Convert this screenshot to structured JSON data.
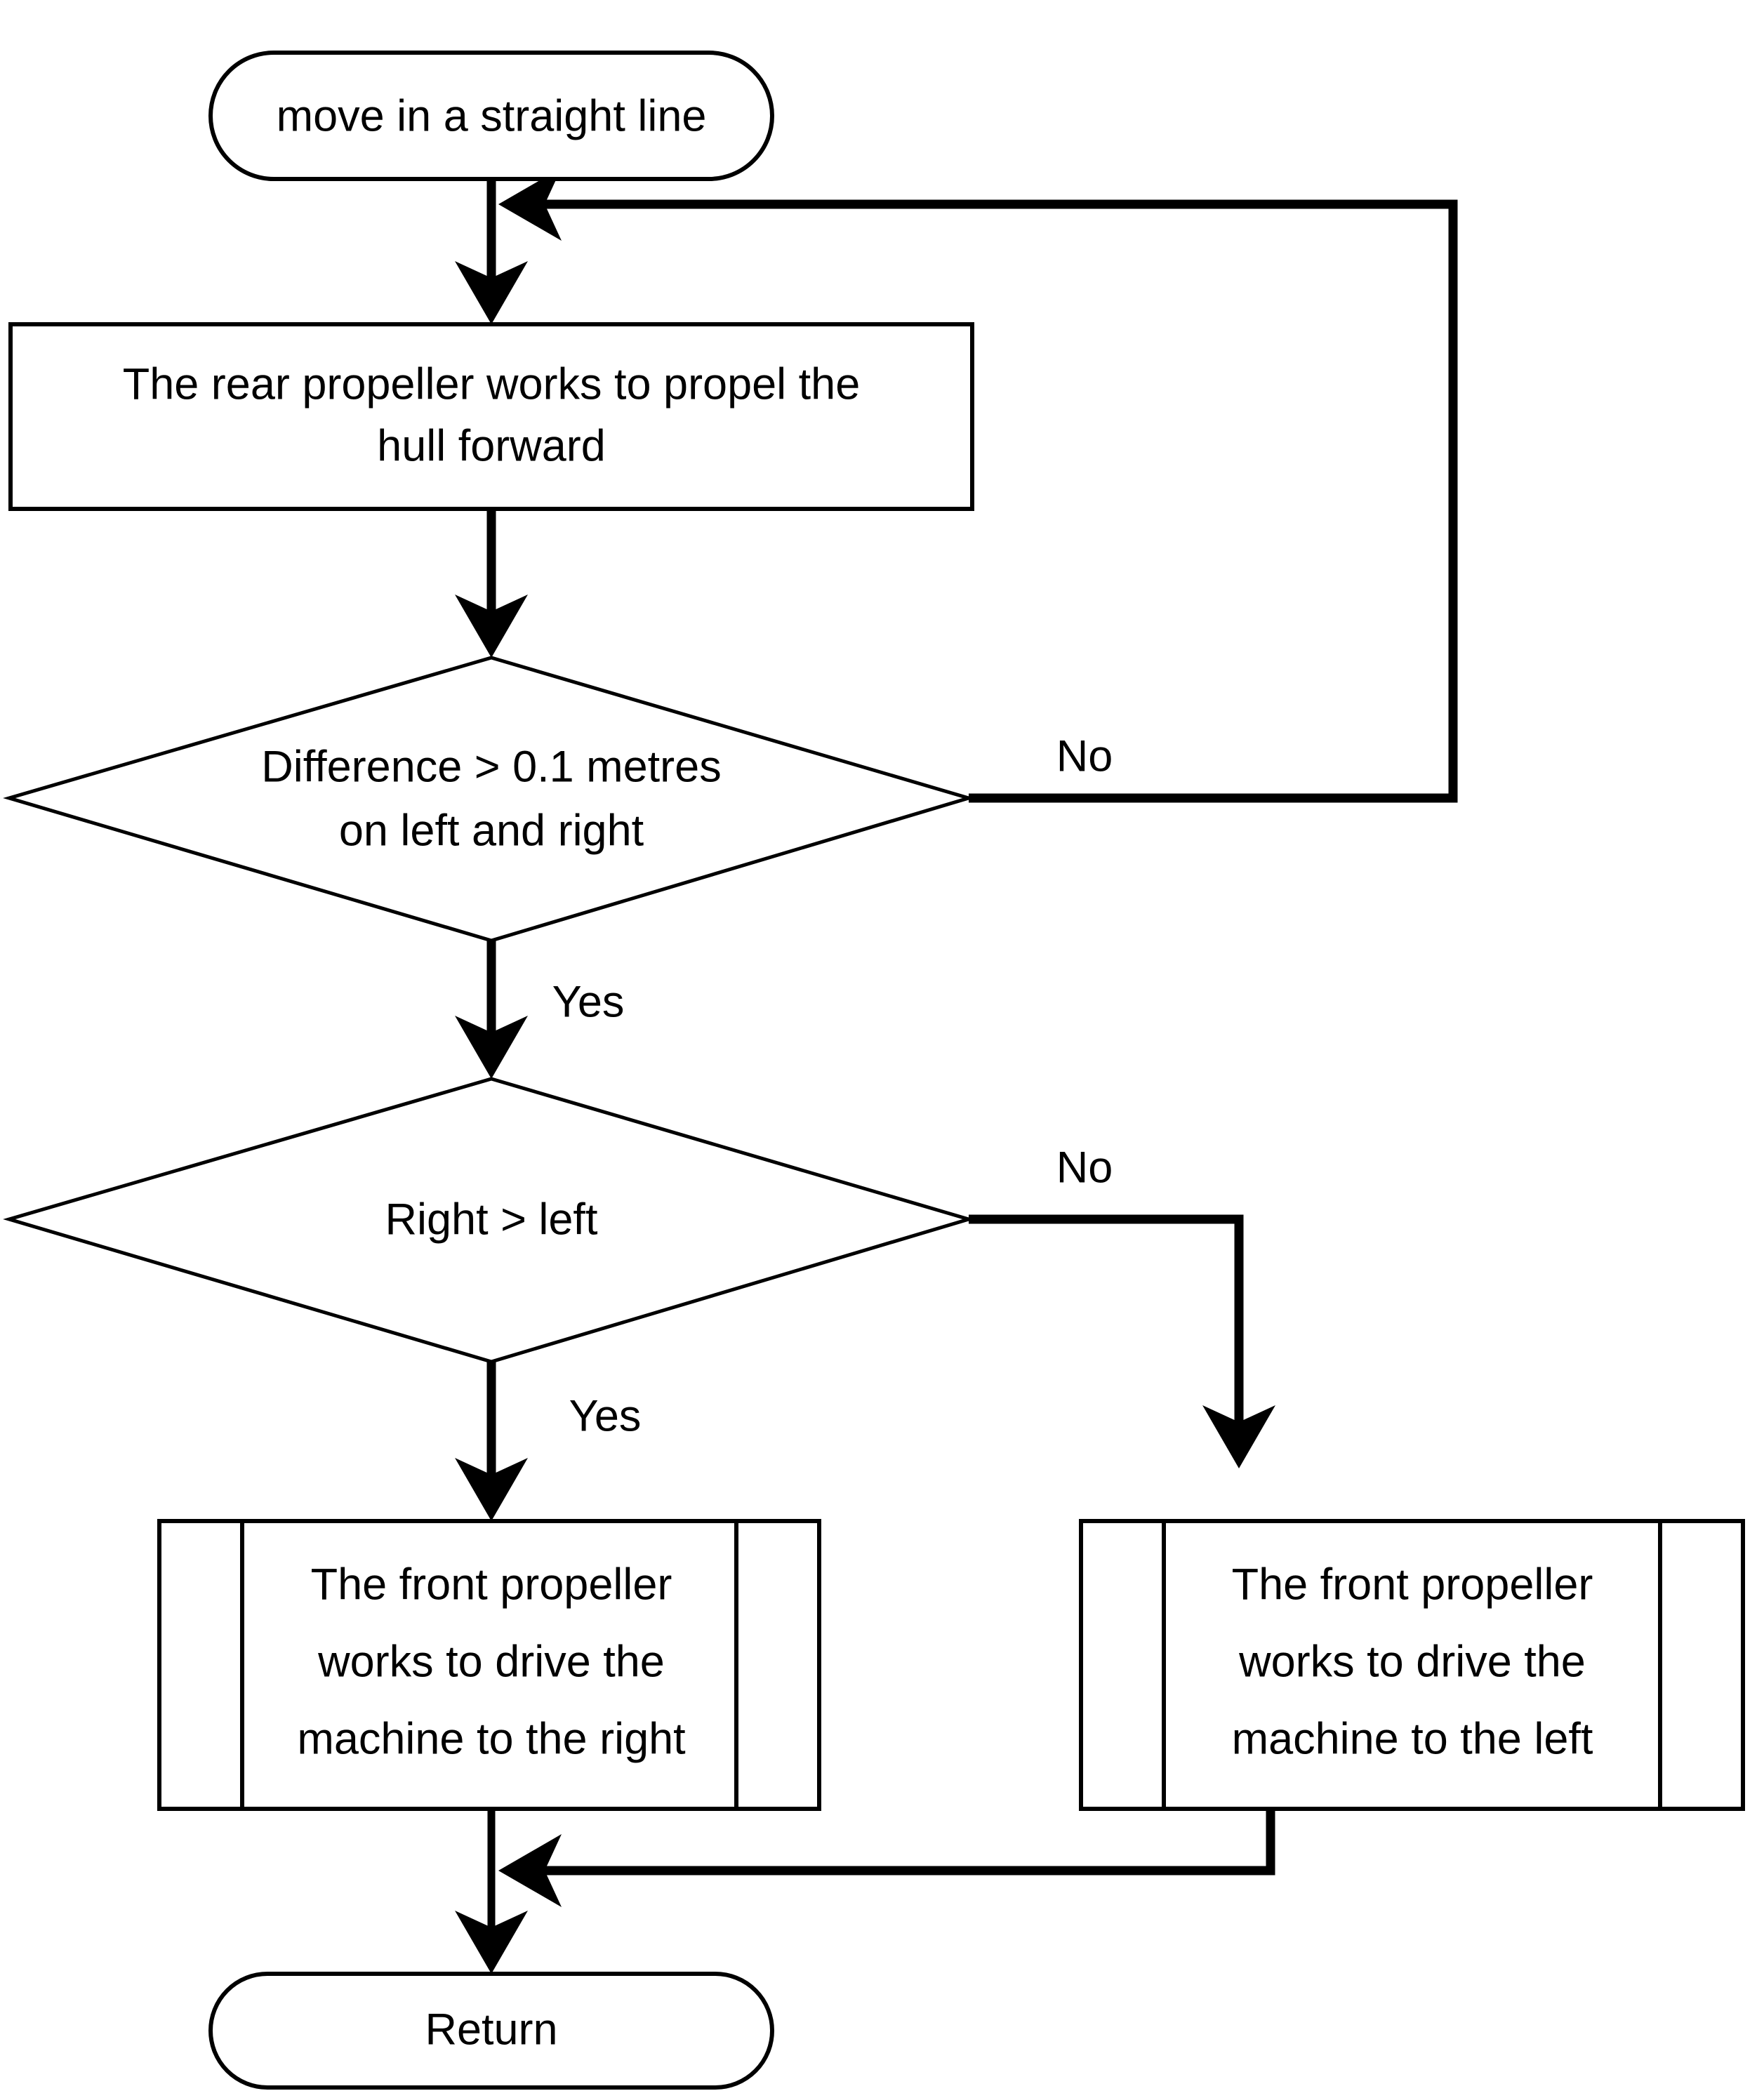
{
  "diagram": {
    "type": "flowchart",
    "title": "move in a straight line",
    "background_color": "#ffffff",
    "line_color": "#000000",
    "nodes": {
      "start": {
        "id": "start",
        "shape": "terminator",
        "label": "move in a straight line"
      },
      "rear_propeller": {
        "id": "rear_propeller",
        "shape": "process",
        "label_line1": "The rear propeller works to propel the",
        "label_line2": "hull forward"
      },
      "difference_check": {
        "id": "difference_check",
        "shape": "decision",
        "label_line1": "Difference > 0.1 metres",
        "label_line2": "on left and right"
      },
      "right_gt_left": {
        "id": "right_gt_left",
        "shape": "decision",
        "label_line1": "Right > left"
      },
      "drive_right": {
        "id": "drive_right",
        "shape": "subroutine",
        "label_line1": "The front propeller",
        "label_line2": "works to drive the",
        "label_line3": "machine to the right"
      },
      "drive_left": {
        "id": "drive_left",
        "shape": "subroutine",
        "label_line1": "The front propeller",
        "label_line2": "works to drive the",
        "label_line3": "machine to the left"
      },
      "return": {
        "id": "return",
        "shape": "terminator",
        "label": "Return"
      }
    },
    "edge_labels": {
      "difference_no": "No",
      "difference_yes": "Yes",
      "right_gt_left_no": "No",
      "right_gt_left_yes": "Yes"
    }
  },
  "chart_data": {
    "type": "diagram",
    "subtype": "flowchart",
    "title": "move in a straight line",
    "nodes": [
      {
        "id": "start",
        "type": "terminator",
        "text": "move in a straight line"
      },
      {
        "id": "rear_propeller",
        "type": "process",
        "text": "The rear propeller works to propel the hull forward"
      },
      {
        "id": "difference_check",
        "type": "decision",
        "text": "Difference > 0.1 metres on left and right"
      },
      {
        "id": "right_gt_left",
        "type": "decision",
        "text": "Right > left"
      },
      {
        "id": "drive_right",
        "type": "subroutine",
        "text": "The front propeller works to drive the machine to the right"
      },
      {
        "id": "drive_left",
        "type": "subroutine",
        "text": "The front propeller works to drive the machine to the left"
      },
      {
        "id": "return",
        "type": "terminator",
        "text": "Return"
      }
    ],
    "edges": [
      {
        "from": "start",
        "to": "rear_propeller",
        "label": ""
      },
      {
        "from": "rear_propeller",
        "to": "difference_check",
        "label": ""
      },
      {
        "from": "difference_check",
        "to": "rear_propeller",
        "label": "No"
      },
      {
        "from": "difference_check",
        "to": "right_gt_left",
        "label": "Yes"
      },
      {
        "from": "right_gt_left",
        "to": "drive_right",
        "label": "Yes"
      },
      {
        "from": "right_gt_left",
        "to": "drive_left",
        "label": "No"
      },
      {
        "from": "drive_right",
        "to": "return",
        "label": ""
      },
      {
        "from": "drive_left",
        "to": "return",
        "label": ""
      }
    ]
  }
}
